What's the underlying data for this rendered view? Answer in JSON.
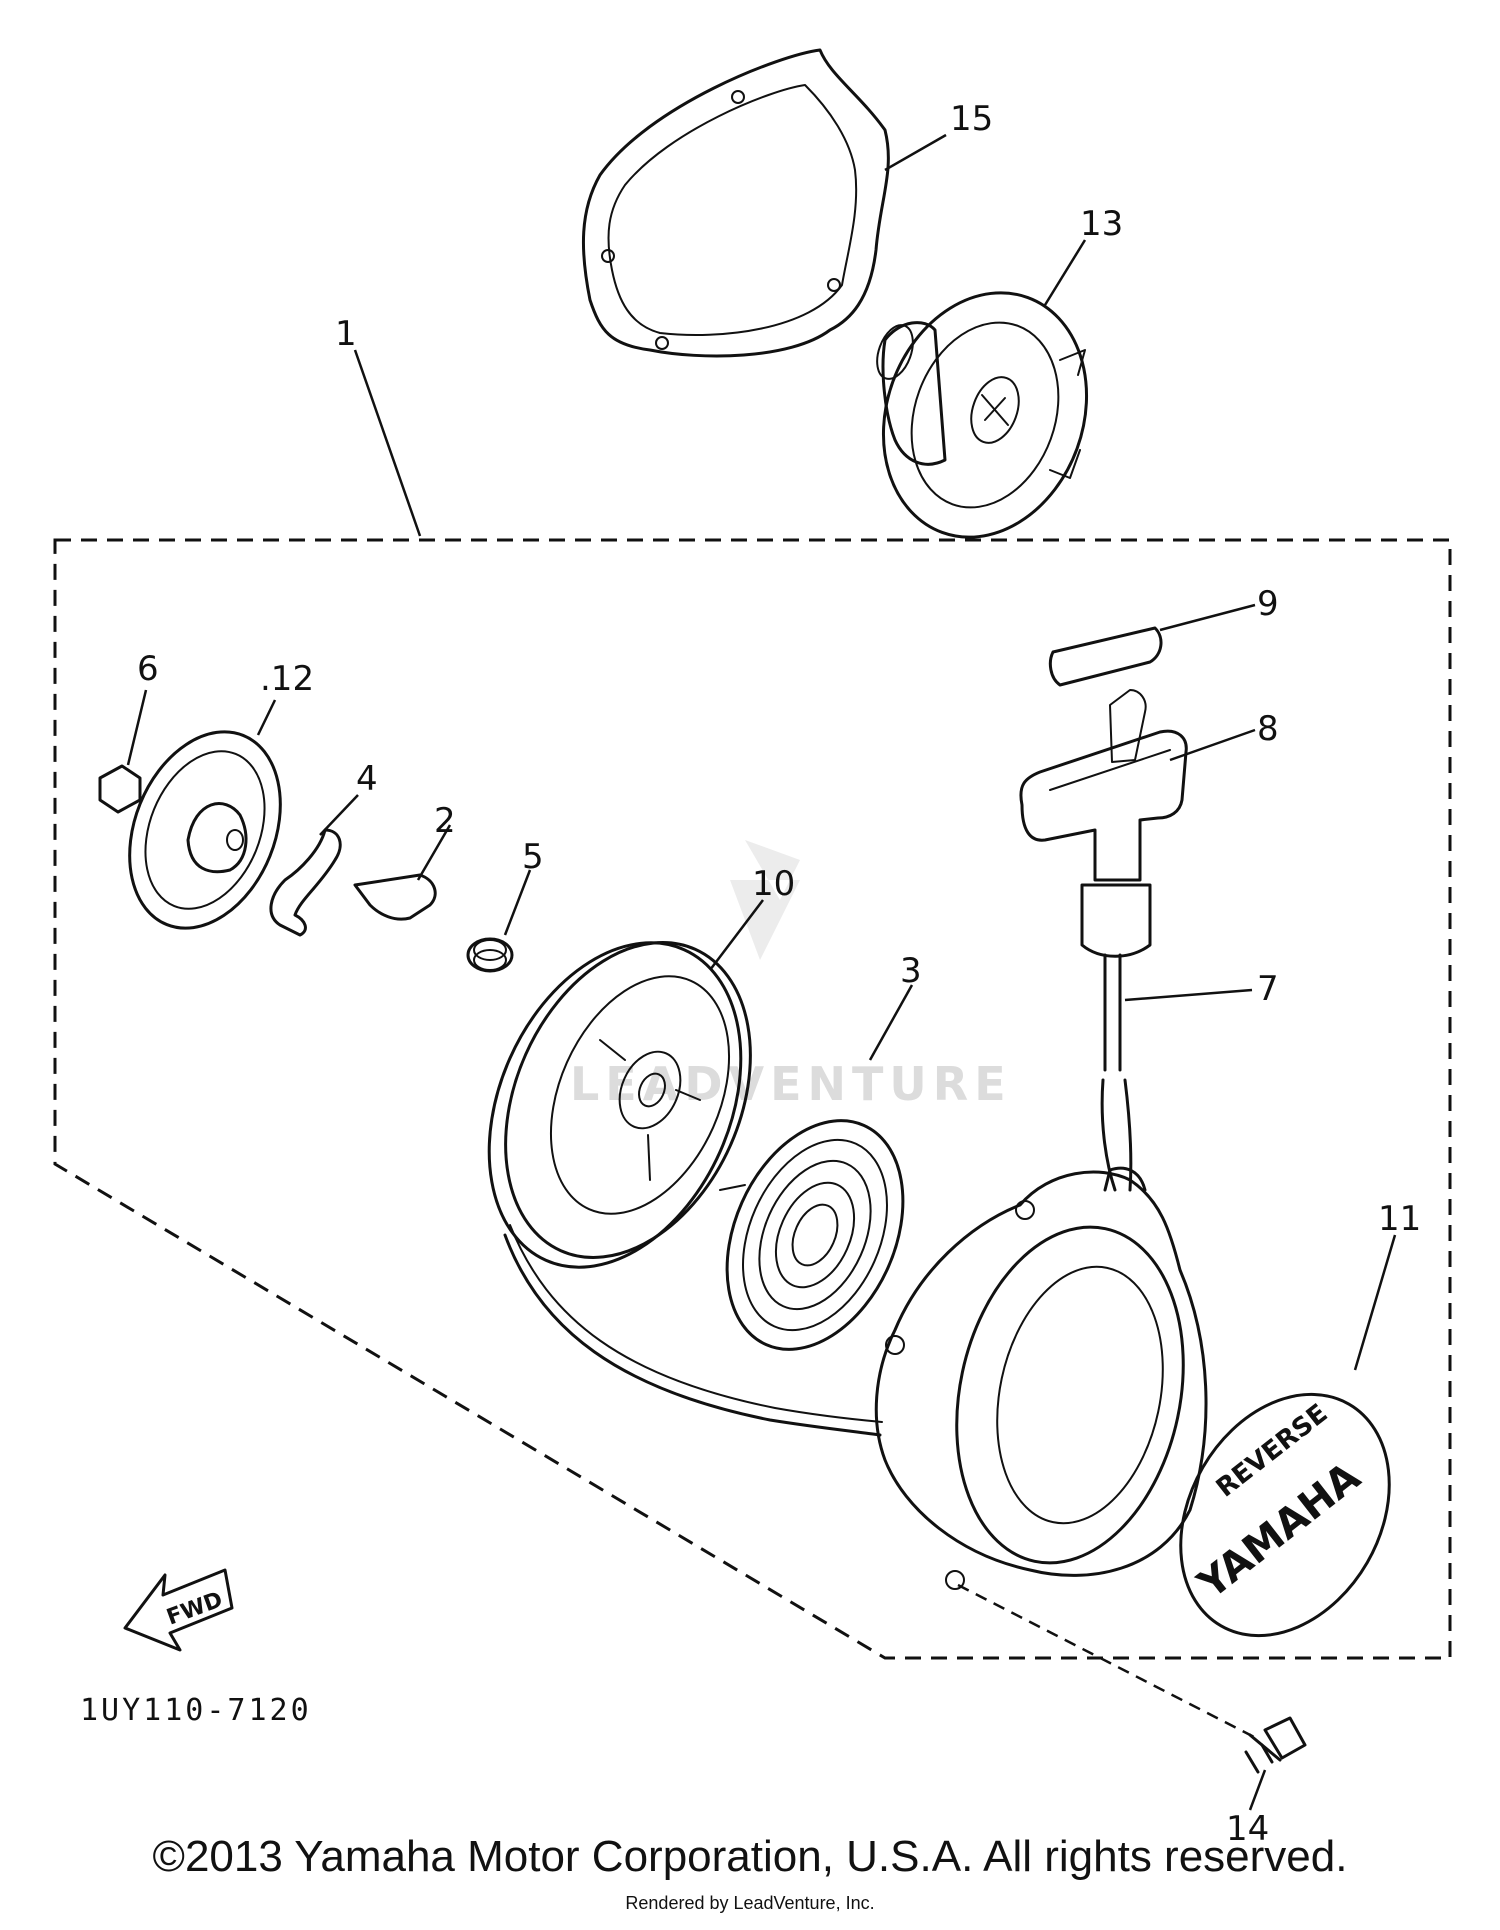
{
  "callouts": {
    "c1": "1",
    "c2": "2",
    "c3": "3",
    "c4": "4",
    "c5": "5",
    "c6": "6",
    "c7": "7",
    "c8": "8",
    "c9": "9",
    "c10": "10",
    "c11": "11",
    "c12": ".12",
    "c13": "13",
    "c14": "14",
    "c15": "15"
  },
  "fwd_label": "FWD",
  "diagram_code": "1UY110-7120",
  "cover_logo": {
    "brand": "YAMAHA",
    "model": "REVERSE"
  },
  "watermark": "LEADVENTURE",
  "copyright": "©2013 Yamaha Motor Corporation, U.S.A. All rights reserved.",
  "rendered_by": "Rendered by LeadVenture, Inc."
}
